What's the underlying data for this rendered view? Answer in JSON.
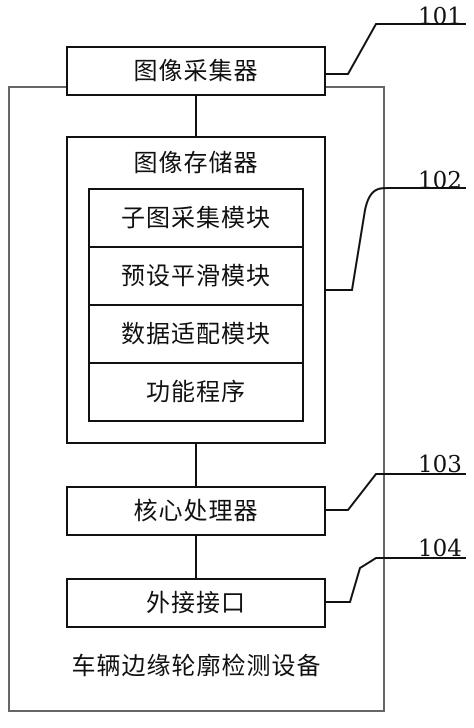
{
  "diagram": {
    "device_label": "车辆边缘轮廓检测设备",
    "camera_label": "图像采集器",
    "storage": {
      "title": "图像存储器",
      "modules": [
        "子图采集模块",
        "预设平滑模块",
        "数据适配模块",
        "功能程序"
      ]
    },
    "processor_label": "核心处理器",
    "interface_label": "外接接口",
    "refs": {
      "camera": "101",
      "storage": "102",
      "processor": "103",
      "interface": "104"
    }
  }
}
